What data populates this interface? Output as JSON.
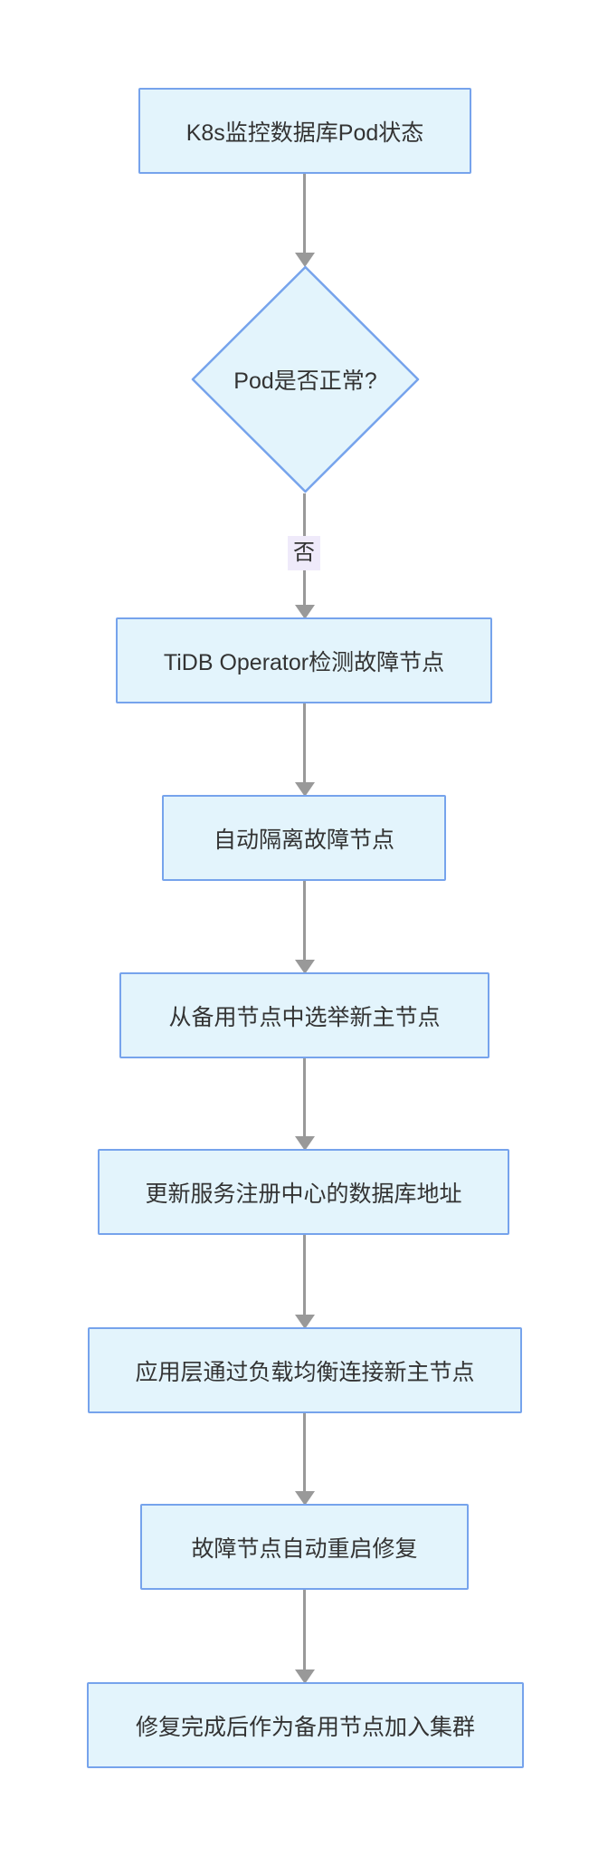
{
  "flowchart": {
    "type": "flowchart",
    "direction": "top-down",
    "nodes": [
      {
        "id": "A",
        "shape": "rectangle",
        "label": "K8s监控数据库Pod状态"
      },
      {
        "id": "B",
        "shape": "diamond",
        "label": "Pod是否正常?"
      },
      {
        "id": "C",
        "shape": "rectangle",
        "label": "TiDB Operator检测故障节点"
      },
      {
        "id": "D",
        "shape": "rectangle",
        "label": "自动隔离故障节点"
      },
      {
        "id": "E",
        "shape": "rectangle",
        "label": "从备用节点中选举新主节点"
      },
      {
        "id": "F",
        "shape": "rectangle",
        "label": "更新服务注册中心的数据库地址"
      },
      {
        "id": "G",
        "shape": "rectangle",
        "label": "应用层通过负载均衡连接新主节点"
      },
      {
        "id": "H",
        "shape": "rectangle",
        "label": "故障节点自动重启修复"
      },
      {
        "id": "I",
        "shape": "rectangle",
        "label": "修复完成后作为备用节点加入集群"
      }
    ],
    "edges": [
      {
        "from": "A",
        "to": "B",
        "label": ""
      },
      {
        "from": "B",
        "to": "C",
        "label": "否"
      },
      {
        "from": "C",
        "to": "D",
        "label": ""
      },
      {
        "from": "D",
        "to": "E",
        "label": ""
      },
      {
        "from": "E",
        "to": "F",
        "label": ""
      },
      {
        "from": "F",
        "to": "G",
        "label": ""
      },
      {
        "from": "G",
        "to": "H",
        "label": ""
      },
      {
        "from": "H",
        "to": "I",
        "label": ""
      }
    ],
    "colors": {
      "background": "#ffffff",
      "node_fill": "#e3f4fc",
      "node_stroke": "#76a3ec",
      "text": "#333333",
      "edge": "#999999",
      "edge_label_bg": "#efeafa"
    }
  }
}
